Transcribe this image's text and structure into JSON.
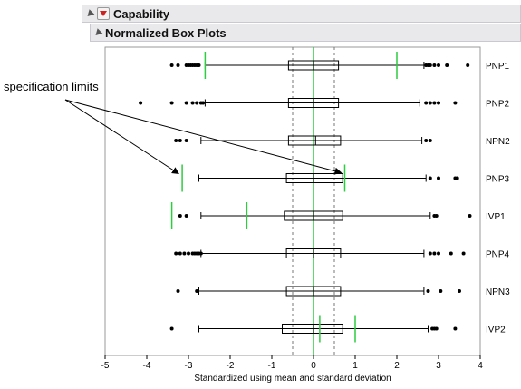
{
  "outline": {
    "capability_title": "Capability",
    "box_plots_title": "Normalized Box Plots"
  },
  "annotation": {
    "text": "specification limits"
  },
  "chart_data": {
    "type": "boxplot",
    "xlabel": "Standardized using mean and standard deviation",
    "xlim": [
      -5,
      4
    ],
    "x_ticks": [
      "-5",
      "-4",
      "-3",
      "-2",
      "-1",
      "0",
      "1",
      "2",
      "3",
      "4"
    ],
    "reference_lines": {
      "center": 0,
      "dashed": [
        -0.5,
        0.5
      ]
    },
    "colors": {
      "spec_limit": "#2ecc40",
      "box": "#000000",
      "reference": "#2ecc40"
    },
    "series": [
      {
        "name": "PNP1",
        "whisker_low": -2.6,
        "q1": -0.6,
        "median": 0.0,
        "q3": 0.6,
        "whisker_high": 2.65,
        "outliers": [
          -3.4,
          -3.25,
          -3.05,
          -3.0,
          -2.95,
          -2.9,
          -2.85,
          -2.8,
          -2.75,
          2.7,
          2.75,
          2.8,
          2.9,
          3.0,
          3.2,
          3.7
        ],
        "spec_limits": [
          -2.6,
          2.0
        ]
      },
      {
        "name": "PNP2",
        "whisker_low": -2.6,
        "q1": -0.6,
        "median": 0.0,
        "q3": 0.6,
        "whisker_high": 2.55,
        "outliers": [
          -4.15,
          -3.4,
          -3.05,
          -2.9,
          -2.8,
          -2.7,
          -2.65,
          2.7,
          2.8,
          2.9,
          3.0,
          3.4
        ],
        "spec_limits": []
      },
      {
        "name": "NPN2",
        "whisker_low": -2.7,
        "q1": -0.6,
        "median": 0.05,
        "q3": 0.65,
        "whisker_high": 2.6,
        "outliers": [
          -3.3,
          -3.2,
          -3.05,
          2.7,
          2.8
        ],
        "spec_limits": []
      },
      {
        "name": "PNP3",
        "whisker_low": -2.75,
        "q1": -0.65,
        "median": 0.0,
        "q3": 0.7,
        "whisker_high": 2.7,
        "outliers": [
          2.8,
          3.0,
          3.4,
          3.45
        ],
        "spec_limits": [
          -3.15,
          0.75
        ]
      },
      {
        "name": "IVP1",
        "whisker_low": -2.7,
        "q1": -0.7,
        "median": 0.0,
        "q3": 0.7,
        "whisker_high": 2.8,
        "outliers": [
          -3.2,
          -3.05,
          2.9,
          2.95,
          3.75
        ],
        "spec_limits": [
          -3.4,
          -1.6
        ]
      },
      {
        "name": "PNP4",
        "whisker_low": -2.7,
        "q1": -0.65,
        "median": 0.0,
        "q3": 0.65,
        "whisker_high": 2.65,
        "outliers": [
          -3.3,
          -3.2,
          -3.1,
          -3.0,
          -2.9,
          -2.85,
          -2.8,
          -2.75,
          -2.7,
          2.8,
          2.9,
          3.0,
          3.3,
          3.6
        ],
        "spec_limits": []
      },
      {
        "name": "NPN3",
        "whisker_low": -2.75,
        "q1": -0.65,
        "median": 0.0,
        "q3": 0.65,
        "whisker_high": 2.65,
        "outliers": [
          -3.25,
          -2.8,
          2.75,
          3.05,
          3.5
        ],
        "spec_limits": []
      },
      {
        "name": "IVP2",
        "whisker_low": -2.75,
        "q1": -0.75,
        "median": 0.0,
        "q3": 0.7,
        "whisker_high": 2.75,
        "outliers": [
          -3.4,
          2.85,
          2.9,
          2.95,
          3.4
        ],
        "spec_limits": [
          0.15,
          1.0
        ]
      }
    ]
  }
}
